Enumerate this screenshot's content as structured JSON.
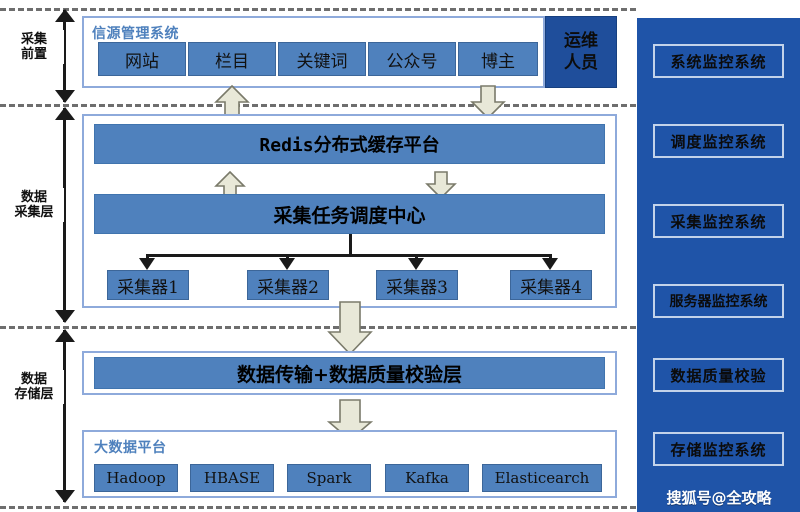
{
  "diagram": {
    "title_hidden": "",
    "colors": {
      "chip_blue": "#4f81bd",
      "dark_blue": "#1f4e9b",
      "rail_blue": "#1f54a8",
      "panel_border": "#8eaadb",
      "arrow_fill": "#e8e8d8",
      "separator": "#6e6e6e"
    }
  },
  "layer_labels": [
    {
      "name": "pre-collection",
      "line1": "采集",
      "line2": "前置"
    },
    {
      "name": "data-collection",
      "line1": "数据",
      "line2": "采集层"
    },
    {
      "name": "data-storage",
      "line1": "数据",
      "line2": "存储层"
    }
  ],
  "source_panel": {
    "title": "信源管理系统",
    "items": [
      {
        "label": "网站"
      },
      {
        "label": "栏目"
      },
      {
        "label": "关键词"
      },
      {
        "label": "公众号"
      },
      {
        "label": "博主"
      }
    ],
    "ops_box": {
      "line1": "运维",
      "line2": "人员"
    }
  },
  "collection_panel": {
    "cache_bar": "Redis分布式缓存平台",
    "scheduler_bar": "采集任务调度中心",
    "collectors": [
      {
        "label": "采集器1"
      },
      {
        "label": "采集器2"
      },
      {
        "label": "采集器3"
      },
      {
        "label": "采集器4"
      }
    ]
  },
  "transfer_panel": {
    "bar": "数据传输+数据质量校验层"
  },
  "bigdata_panel": {
    "title": "大数据平台",
    "items": [
      {
        "label": "Hadoop"
      },
      {
        "label": "HBASE"
      },
      {
        "label": "Spark"
      },
      {
        "label": "Kafka"
      },
      {
        "label": "Elasticearch"
      }
    ]
  },
  "monitor_rail": {
    "items": [
      {
        "label": "系统监控系统"
      },
      {
        "label": "调度监控系统"
      },
      {
        "label": "采集监控系统"
      },
      {
        "label": "服务器监控系统"
      },
      {
        "label": "数据质量校验"
      },
      {
        "label": "存储监控系统"
      }
    ],
    "watermark": "搜狐号@全攻略"
  },
  "arrows": {
    "source_to_cache_up": "up-arrow",
    "source_to_cache_down": "down-arrow",
    "cache_scheduler_up": "up-arrow",
    "cache_scheduler_down": "down-arrow",
    "collection_to_transfer": "down-arrow",
    "transfer_to_bigdata": "down-arrow"
  }
}
